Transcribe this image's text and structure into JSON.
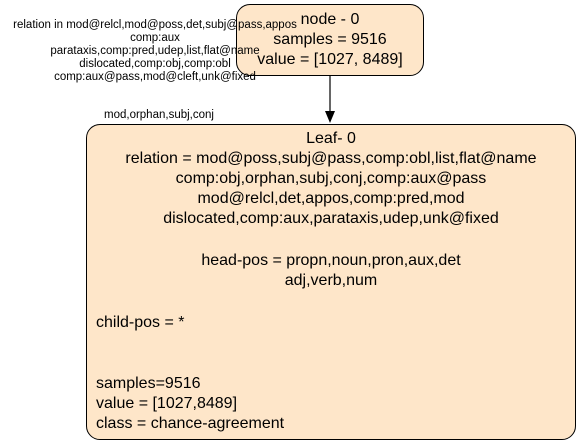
{
  "root": {
    "title": "node - 0",
    "samples": "samples = 9516",
    "value": "value = [1027, 8489]"
  },
  "edge_left_label": [
    "relation in mod@relcl,mod@poss,det,subj@pass,appos",
    "comp:aux",
    "parataxis,comp:pred,udep,list,flat@name",
    "dislocated,comp:obj,comp:obl",
    "comp:aux@pass,mod@cleft,unk@fixed"
  ],
  "edge_right_label": "mod,orphan,subj,conj",
  "leaf": {
    "title": "Leaf- 0",
    "relation_lines": [
      "relation = mod@poss,subj@pass,comp:obl,list,flat@name",
      "comp:obj,orphan,subj,conj,comp:aux@pass",
      "mod@relcl,det,appos,comp:pred,mod",
      "dislocated,comp:aux,parataxis,udep,unk@fixed"
    ],
    "headpos_lines": [
      "head-pos = propn,noun,pron,aux,det",
      "adj,verb,num"
    ],
    "childpos": "child-pos = *",
    "samples": "samples=9516",
    "value": "value = [1027,8489]",
    "class": "class = chance-agreement"
  }
}
